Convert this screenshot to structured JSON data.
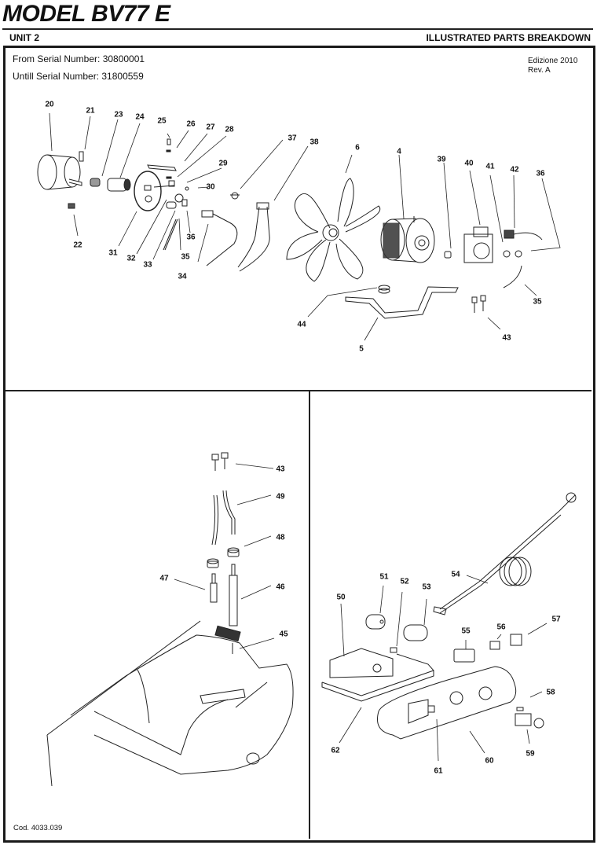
{
  "header": {
    "model_title": "MODEL BV77 E",
    "unit": "UNIT 2",
    "section": "ILLUSTRATED PARTS BREAKDOWN"
  },
  "serials": {
    "from": "From Serial Number: 30800001",
    "until": "Untill Serial Number: 31800559"
  },
  "edition": {
    "edition": "Edizione 2010",
    "revision": "Rev. A"
  },
  "footer": {
    "code": "Cod. 4033.039"
  },
  "panels": {
    "top": {
      "name": "burner-assembly",
      "callouts": [
        "20",
        "21",
        "23",
        "24",
        "25",
        "26",
        "27",
        "28",
        "29",
        "30",
        "22",
        "31",
        "32",
        "33",
        "36",
        "35",
        "34",
        "37",
        "38",
        "6",
        "4",
        "39",
        "40",
        "41",
        "42",
        "36",
        "35",
        "44",
        "5",
        "43"
      ]
    },
    "bottom_left": {
      "name": "fuel-tank-assembly",
      "callouts": [
        "43",
        "49",
        "48",
        "47",
        "46",
        "45"
      ]
    },
    "bottom_right": {
      "name": "electrical-panel-assembly",
      "callouts": [
        "51",
        "52",
        "53",
        "50",
        "54",
        "55",
        "56",
        "57",
        "58",
        "62",
        "61",
        "60",
        "59"
      ]
    }
  },
  "part_labels": {
    "p20": "20",
    "p21": "21",
    "p22": "22",
    "p23": "23",
    "p24": "24",
    "p25": "25",
    "p26": "26",
    "p27": "27",
    "p28": "28",
    "p29": "29",
    "p30": "30",
    "p31": "31",
    "p32": "32",
    "p33": "33",
    "p34": "34",
    "p35a": "35",
    "p36a": "36",
    "p37": "37",
    "p38": "38",
    "p6": "6",
    "p4": "4",
    "p39": "39",
    "p40": "40",
    "p41": "41",
    "p42": "42",
    "p36b": "36",
    "p35b": "35",
    "p44": "44",
    "p5": "5",
    "p43a": "43",
    "p43b": "43",
    "p49": "49",
    "p48": "48",
    "p47": "47",
    "p46": "46",
    "p45": "45",
    "p50": "50",
    "p51": "51",
    "p52": "52",
    "p53": "53",
    "p54": "54",
    "p55": "55",
    "p56": "56",
    "p57": "57",
    "p58": "58",
    "p59": "59",
    "p60": "60",
    "p61": "61",
    "p62": "62"
  }
}
